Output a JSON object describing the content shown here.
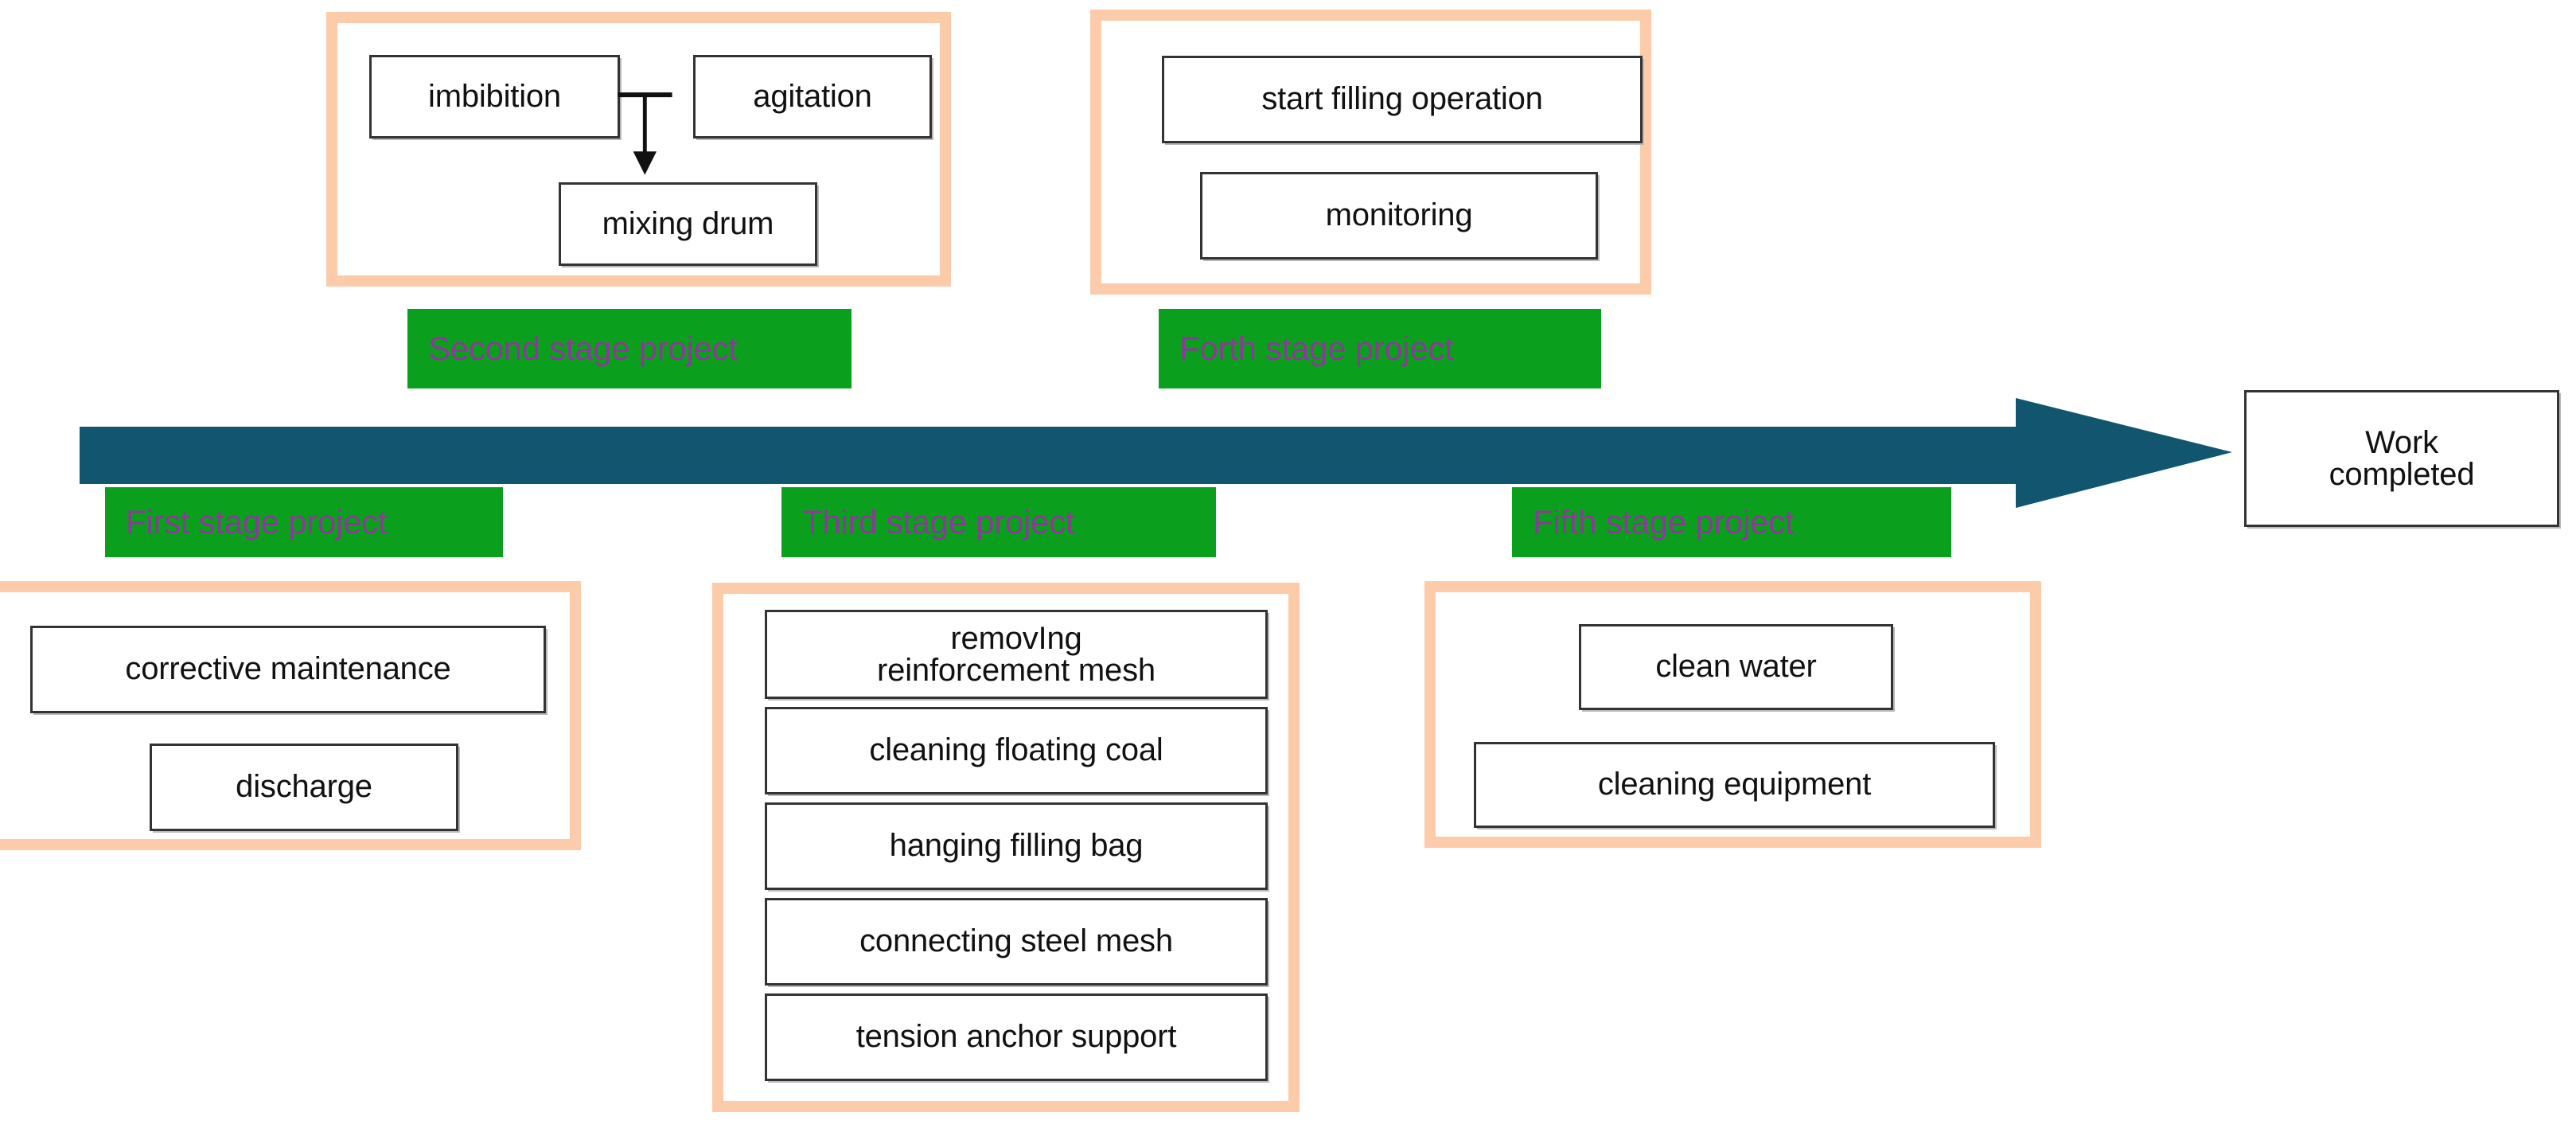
{
  "diagram": {
    "title": "Filling project five-stage work flow timeline",
    "colors": {
      "group_border": "#FBCBAA",
      "stage_tag_bg": "#0AA01E",
      "stage_tag_text": "#8B3A96",
      "arrow": "#11556E",
      "box_border": "#333333",
      "box_text": "#111111",
      "background": "#FFFFFF"
    }
  },
  "stages": {
    "first": {
      "tag_label": "First stage project",
      "boxes": [
        {
          "label": "corrective maintenance"
        },
        {
          "label": "discharge"
        }
      ]
    },
    "second": {
      "tag_label": "Second stage project",
      "boxes": [
        {
          "label": "imbibition"
        },
        {
          "label": "agitation"
        },
        {
          "label": "mixing drum"
        }
      ],
      "connector": "imbibition and agitation join and flow down into mixing drum"
    },
    "third": {
      "tag_label": "Third stage project",
      "boxes": [
        {
          "label": "removIng\nreinforcement mesh",
          "line1": "removIng",
          "line2": "reinforcement mesh"
        },
        {
          "label": "cleaning floating coal"
        },
        {
          "label": "hanging filling bag"
        },
        {
          "label": "connecting steel mesh"
        },
        {
          "label": "tension anchor support"
        }
      ]
    },
    "forth": {
      "tag_label": "Forth stage project",
      "boxes": [
        {
          "label": "start filling operation"
        },
        {
          "label": "monitoring"
        }
      ]
    },
    "fifth": {
      "tag_label": "Fifth stage project",
      "boxes": [
        {
          "label": "clean water"
        },
        {
          "label": "cleaning equipment"
        }
      ]
    }
  },
  "terminal": {
    "line1": "Work",
    "line2": "completed"
  }
}
